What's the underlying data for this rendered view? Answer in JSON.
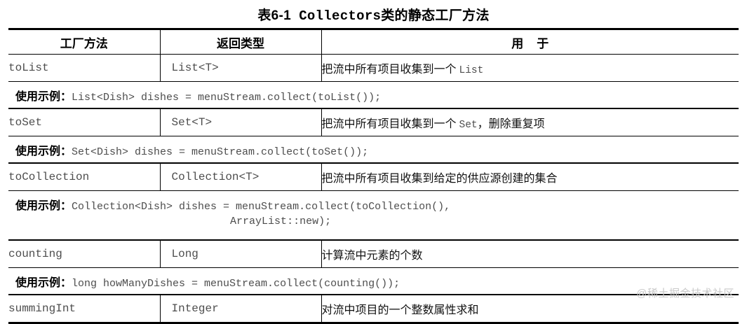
{
  "caption": {
    "number": "表6-1",
    "gap": "  ",
    "mono_part": "Collectors",
    "rest": "类的静态工厂方法",
    "full": "表6-1  Collectors类的静态工厂方法"
  },
  "table": {
    "headers": [
      "工厂方法",
      "返回类型",
      "用    于"
    ],
    "example_label": "使用示例：",
    "rows": [
      {
        "method": "toList",
        "return_type": "List<T>",
        "description_pre": "把流中所有项目收集到一个 ",
        "description_code": "List",
        "description_post": "",
        "example_code": "List<Dish> dishes = menuStream.collect(toList());",
        "example_code_line2": ""
      },
      {
        "method": "toSet",
        "return_type": "Set<T>",
        "description_pre": "把流中所有项目收集到一个 ",
        "description_code": "Set",
        "description_post": "，删除重复项",
        "example_code": "Set<Dish> dishes = menuStream.collect(toSet());",
        "example_code_line2": ""
      },
      {
        "method": "toCollection",
        "return_type": "Collection<T>",
        "description_pre": "把流中所有项目收集到给定的供应源创建的集合",
        "description_code": "",
        "description_post": "",
        "example_code": "Collection<Dish> dishes = menuStream.collect(toCollection(),",
        "example_code_line2": "                                  ArrayList::new);"
      },
      {
        "method": "counting",
        "return_type": "Long",
        "description_pre": "计算流中元素的个数",
        "description_code": "",
        "description_post": "",
        "example_code": "long howManyDishes = menuStream.collect(counting());",
        "example_code_line2": ""
      },
      {
        "method": "summingInt",
        "return_type": "Integer",
        "description_pre": "对流中项目的一个整数属性求和",
        "description_code": "",
        "description_post": "",
        "example_code": "",
        "example_code_line2": ""
      }
    ]
  },
  "watermark": {
    "text": "@稀土掘金技术社区",
    "color": "#c9c9c9"
  }
}
